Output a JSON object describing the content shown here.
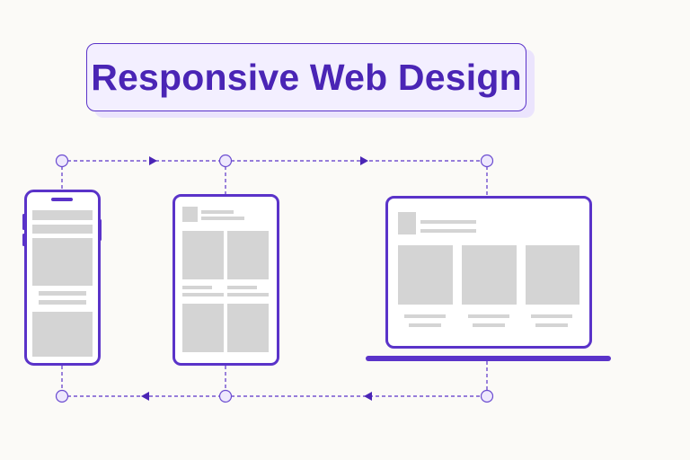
{
  "title": "Responsive Web Design",
  "colors": {
    "accent": "#5a33c9",
    "title_bg": "#f3efff",
    "placeholder": "#d4d4d4",
    "background": "#fbfaf7",
    "node_fill": "#eee8fd"
  },
  "devices": [
    {
      "name": "mobile",
      "icon": "smartphone-icon"
    },
    {
      "name": "tablet",
      "icon": "tablet-icon"
    },
    {
      "name": "desktop",
      "icon": "laptop-icon"
    }
  ],
  "flow": {
    "top_direction": "left-to-right",
    "bottom_direction": "right-to-left"
  }
}
